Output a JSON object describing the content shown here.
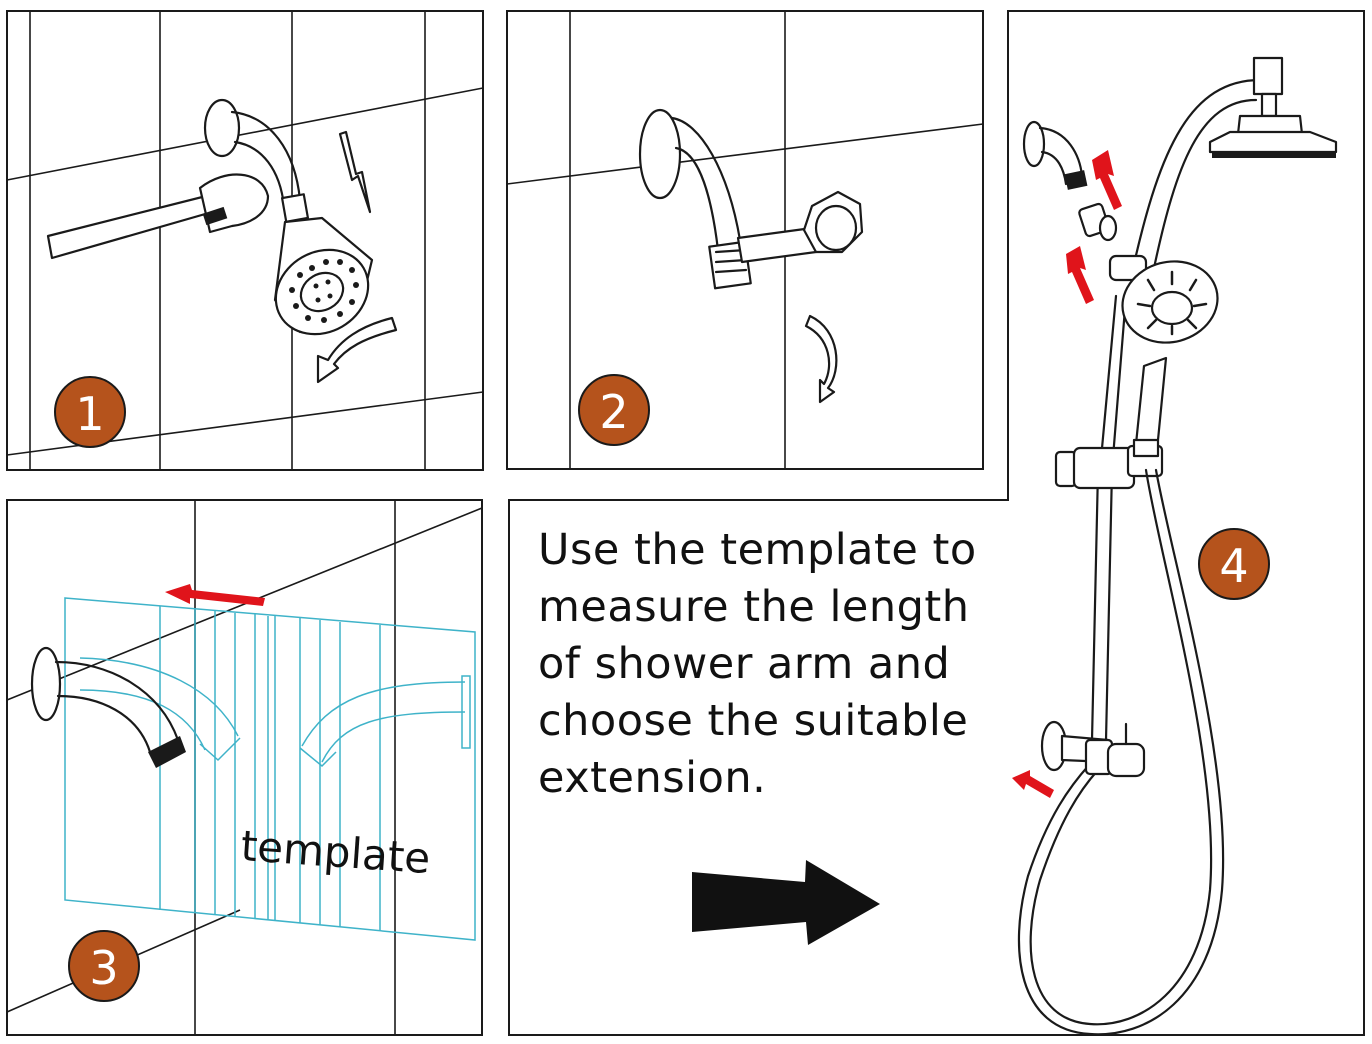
{
  "steps": [
    {
      "number": "1"
    },
    {
      "number": "2"
    },
    {
      "number": "3",
      "label": "template"
    },
    {
      "number": "4"
    }
  ],
  "instruction": {
    "lines": [
      "Use the template to",
      "measure the length",
      "of shower arm and",
      "choose the suitable",
      "extension."
    ]
  },
  "colors": {
    "badge_fill": "#b5531c",
    "template_line": "#3fb3c9",
    "arrow_red": "#e0141b",
    "outline": "#1a1a1a"
  },
  "icons": [
    "adjustable-wrench-icon",
    "shower-head-icon",
    "shower-arm-icon",
    "rotation-arrow-icon",
    "direction-arrow-icon",
    "hand-shower-icon",
    "slide-bar-icon",
    "diverter-valve-icon",
    "hose-icon"
  ]
}
